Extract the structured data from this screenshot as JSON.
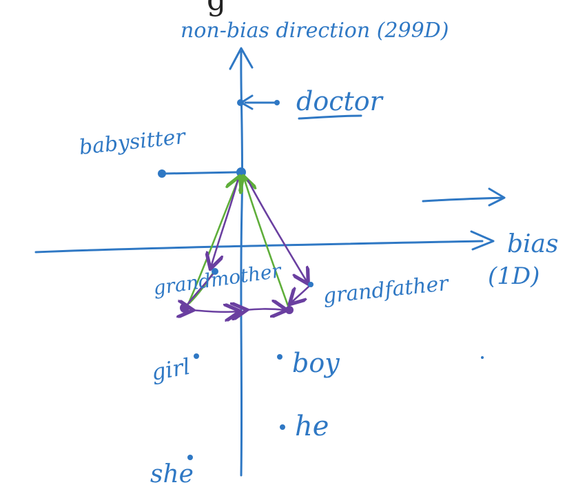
{
  "labels": {
    "top_partial": "g",
    "y_axis": "non-bias direction (299D)",
    "x_axis": "bias",
    "x_axis_sub": "(1D)",
    "doctor": "doctor",
    "babysitter": "babysitter",
    "grandmother": "grandmother",
    "grandfather": "grandfather",
    "girl": "girl",
    "boy": "boy",
    "he": "he",
    "she": "she"
  },
  "colors": {
    "ink": "#2f78c4",
    "green": "#5fae3a",
    "purple": "#6a3fa0"
  }
}
